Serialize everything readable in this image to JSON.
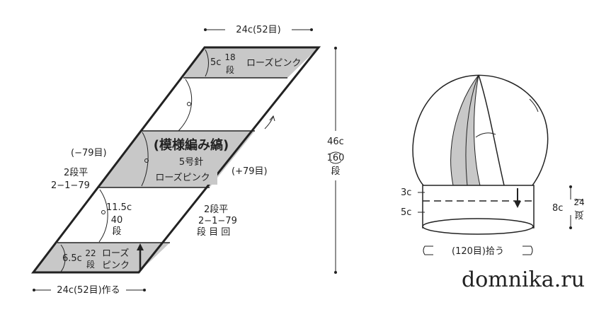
{
  "colors": {
    "shade": "#c8c8c8",
    "line": "#222222",
    "background": "#ffffff"
  },
  "pattern": {
    "top_width": "24c(52目)",
    "bottom_width": "24c(52目)作る",
    "total_height": [
      "46c",
      "160",
      "段"
    ],
    "top_band": {
      "size": "5c",
      "rows": [
        "18",
        "段"
      ],
      "color": "ローズピンク"
    },
    "middle_band": {
      "title": "(模様編み縞)",
      "needle": "5号針",
      "color": "ローズピンク",
      "size": "11.5c",
      "rows": [
        "40",
        "段"
      ]
    },
    "bottom_band": {
      "size": "6.5c",
      "rows": [
        "22",
        "段"
      ],
      "color_lines": [
        "ローズ",
        "ピンク"
      ]
    },
    "left_stitch": "(−79目)",
    "left_decrease": [
      "2段平",
      "2−1−79"
    ],
    "right_stitch": "(+79目)",
    "right_increase": [
      "2段平",
      "2−1−79",
      "段 目 回"
    ]
  },
  "hat": {
    "brim_upper": "3c",
    "brim_lower": "5c",
    "brim_height": "8c",
    "brim_rows": [
      "24",
      "段"
    ],
    "pickup": "(120目)拾う"
  },
  "watermark": "domnika.ru"
}
